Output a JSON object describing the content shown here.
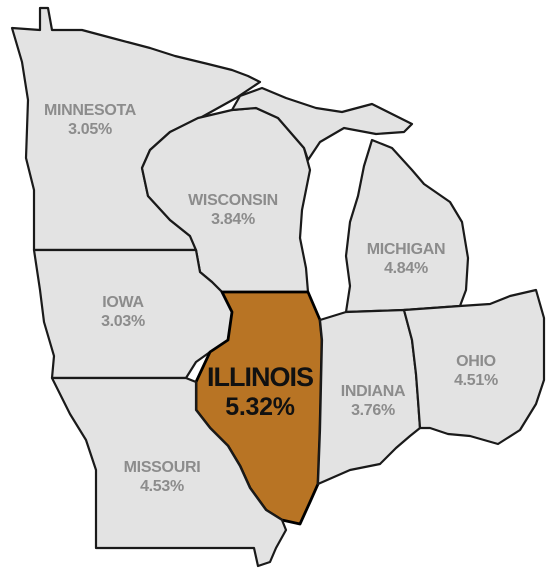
{
  "colors": {
    "state_fill": "#e3e3e3",
    "state_border": "#1a1a1a",
    "highlight_fill": "#b87424",
    "label_text": "#8c8c8c",
    "highlight_text": "#111111"
  },
  "states": {
    "minnesota": {
      "name": "MINNESOTA",
      "value": "3.05%"
    },
    "wisconsin": {
      "name": "WISCONSIN",
      "value": "3.84%"
    },
    "michigan": {
      "name": "MICHIGAN",
      "value": "4.84%"
    },
    "iowa": {
      "name": "IOWA",
      "value": "3.03%"
    },
    "illinois": {
      "name": "ILLINOIS",
      "value": "5.32%",
      "highlighted": true
    },
    "indiana": {
      "name": "INDIANA",
      "value": "3.76%"
    },
    "ohio": {
      "name": "OHIO",
      "value": "4.51%"
    },
    "missouri": {
      "name": "MISSOURI",
      "value": "4.53%"
    }
  }
}
